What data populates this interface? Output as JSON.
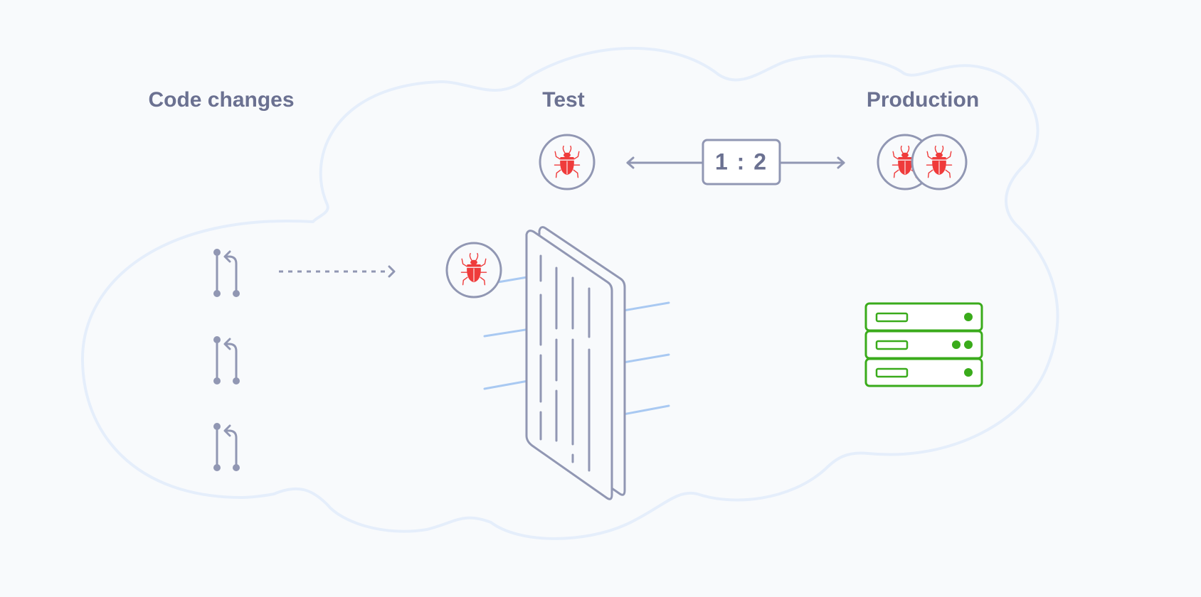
{
  "labels": {
    "code_changes": "Code changes",
    "test": "Test",
    "production": "Production"
  },
  "ratio": "1 : 2",
  "icons": {
    "code_change": "git-pull-request-icon",
    "bug": "bug-icon",
    "filter": "filter-screen-icon",
    "server": "server-rack-icon"
  },
  "colors": {
    "background": "#f8fafc",
    "cloud_outline": "#e5eefb",
    "stroke": "#9197b3",
    "text": "#6b7191",
    "bug": "#ef3b3b",
    "server": "#3aab1b",
    "rays": "#a9c9f2"
  }
}
